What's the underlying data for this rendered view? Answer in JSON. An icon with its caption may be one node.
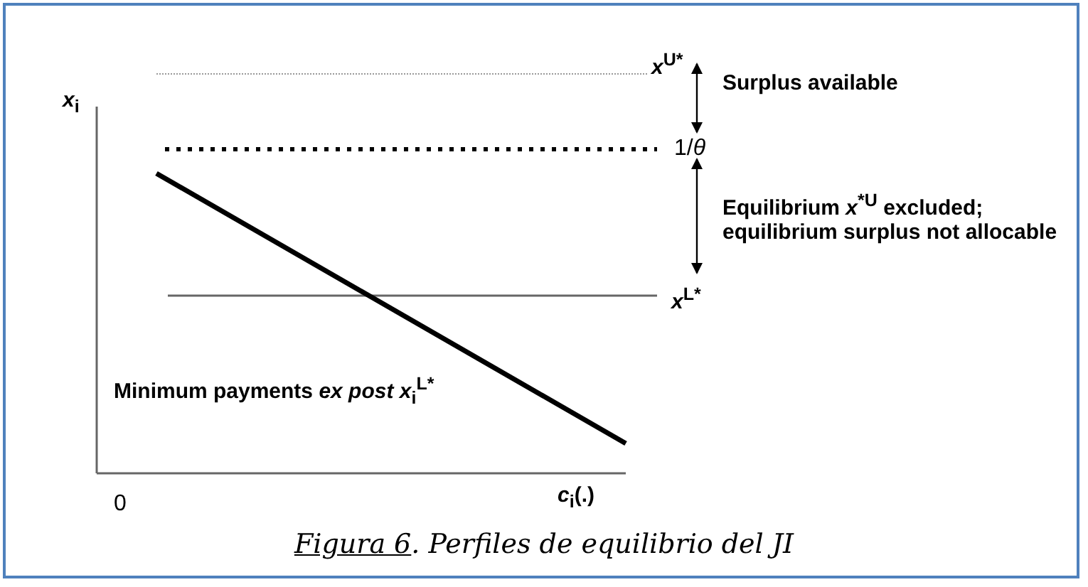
{
  "diagram": {
    "caption": "Figura 6. Perfiles de equilibrio del JI",
    "labels": [
      "*x*$^{U*}$",
      "*x*$_{i}$",
      "Surplus available",
      "1/*θ*",
      "Equilibrium *x*$^{*U}$ excluded; equilibrium surplus not allocable",
      "*x*$^{L*}$",
      "Minimum payments *ex post x*$_{i}$$^{L*}$",
      "0",
      "*c*$_{i}$(.)"
    ]
  }
}
